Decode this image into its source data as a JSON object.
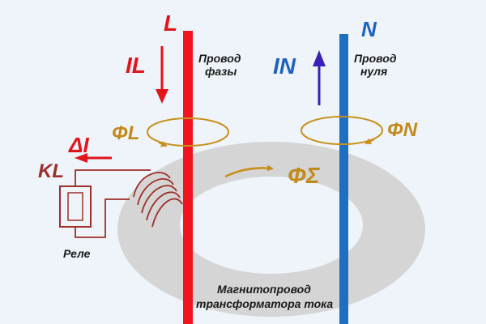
{
  "labels": {
    "phase_letter": "L",
    "neutral_letter": "N",
    "phase_current": "IL",
    "neutral_current": "IN",
    "phase_wire_line1": "Провод",
    "phase_wire_line2": "фазы",
    "neutral_wire_line1": "Провод",
    "neutral_wire_line2": "нуля",
    "flux_phase": "ΦL",
    "flux_neutral": "ΦN",
    "flux_sum": "ΦΣ",
    "delta_current": "ΔI",
    "relay_coil": "KL",
    "relay_caption": "Реле",
    "core_line1": "Магнитопровод",
    "core_line2": "трансформатора тока"
  },
  "colors": {
    "background": "#eef4fa",
    "phase_wire": "#f0141e",
    "neutral_wire": "#1f6fc0",
    "phase_text": "#e3141c",
    "neutral_text": "#1c63c0",
    "flux_loops": "#c8901a",
    "flux_text": "#c28a1a",
    "core": "#d5d5d5",
    "relay": "#9c3028",
    "in_arrow": "#3a20b8",
    "dark_text": "#1a1a1a"
  }
}
